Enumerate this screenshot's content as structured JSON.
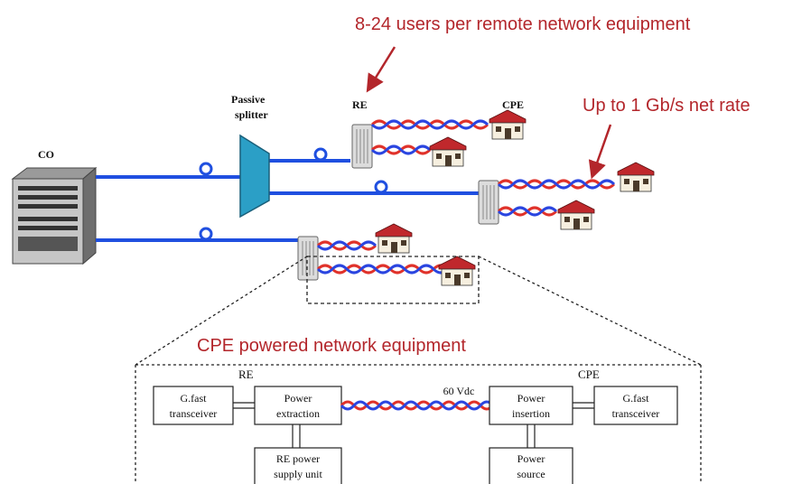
{
  "diagram": {
    "annotations": {
      "users_per_re": "8-24 users per remote network equipment",
      "net_rate": "Up to 1 Gb/s net rate",
      "cpe_powered": "CPE powered network equipment"
    },
    "labels": {
      "co": "CO",
      "splitter_line1": "Passive",
      "splitter_line2": "splitter",
      "re": "RE",
      "cpe": "CPE"
    },
    "detail": {
      "re_label": "RE",
      "cpe_label": "CPE",
      "voltage": "60 Vdc",
      "gfast_left": [
        "G.fast",
        "transceiver"
      ],
      "power_extraction": [
        "Power",
        "extraction"
      ],
      "re_power_supply": [
        "RE power",
        "supply unit"
      ],
      "power_insertion": [
        "Power",
        "insertion"
      ],
      "gfast_right": [
        "G.fast",
        "transceiver"
      ],
      "power_source": [
        "Power",
        "source"
      ]
    },
    "colors": {
      "fiber": "#1f4fe0",
      "twisted_red": "#e0322a",
      "twisted_blue": "#2a45e0",
      "splitter": "#2b9fc6",
      "annotation": "#b3262b",
      "roof": "#c0282c"
    }
  }
}
